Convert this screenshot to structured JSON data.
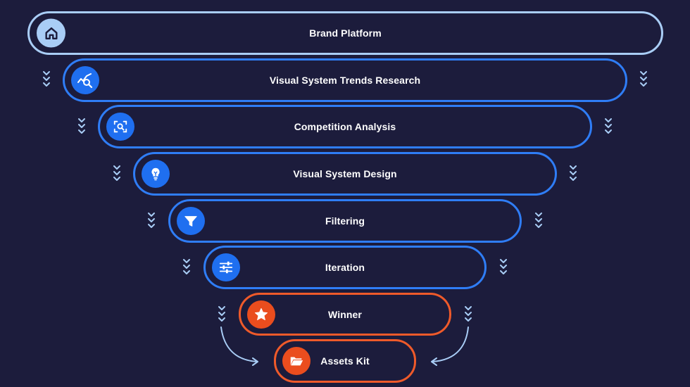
{
  "stages": [
    {
      "label": "Brand Platform",
      "icon": "home-icon"
    },
    {
      "label": "Visual System Trends Research",
      "icon": "trend-search-icon"
    },
    {
      "label": "Competition Analysis",
      "icon": "scan-search-icon"
    },
    {
      "label": "Visual System Design",
      "icon": "lightbulb-icon"
    },
    {
      "label": "Filtering",
      "icon": "filter-icon"
    },
    {
      "label": "Iteration",
      "icon": "sliders-icon"
    },
    {
      "label": "Winner",
      "icon": "star-icon"
    },
    {
      "label": "Assets Kit",
      "icon": "folder-icon"
    }
  ],
  "colors": {
    "background": "#1c1c3c",
    "top_stage": "#a9cdf6",
    "blue_stage": "#2f7df6",
    "orange_stage": "#ef5a2a",
    "chevron": "#a9cdf6"
  }
}
